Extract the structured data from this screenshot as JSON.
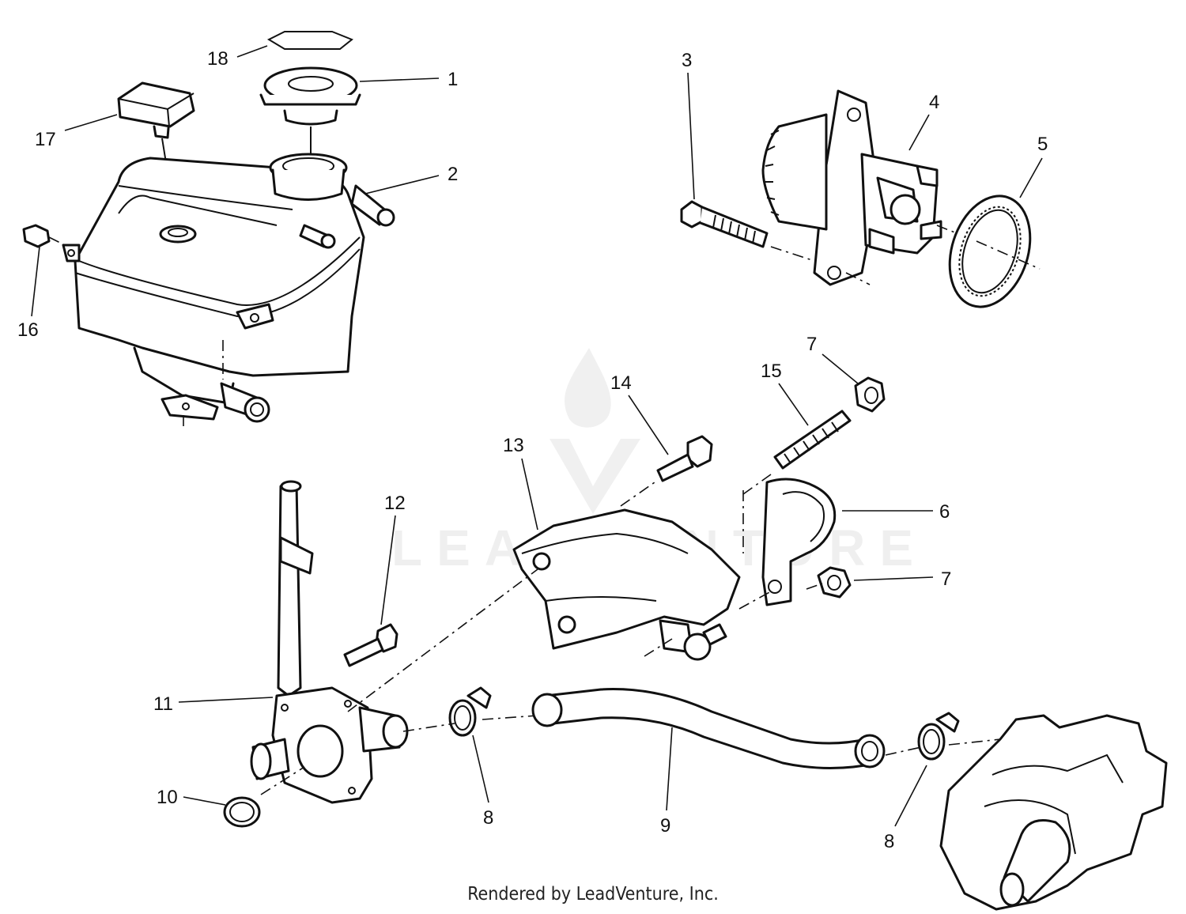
{
  "callouts": [
    {
      "id": "c18",
      "label": "18"
    },
    {
      "id": "c1",
      "label": "1"
    },
    {
      "id": "c17",
      "label": "17"
    },
    {
      "id": "c2",
      "label": "2"
    },
    {
      "id": "c16",
      "label": "16"
    },
    {
      "id": "c3",
      "label": "3"
    },
    {
      "id": "c4",
      "label": "4"
    },
    {
      "id": "c5",
      "label": "5"
    },
    {
      "id": "c7a",
      "label": "7"
    },
    {
      "id": "c15",
      "label": "15"
    },
    {
      "id": "c14",
      "label": "14"
    },
    {
      "id": "c13",
      "label": "13"
    },
    {
      "id": "c12",
      "label": "12"
    },
    {
      "id": "c6",
      "label": "6"
    },
    {
      "id": "c7b",
      "label": "7"
    },
    {
      "id": "c11",
      "label": "11"
    },
    {
      "id": "c10",
      "label": "10"
    },
    {
      "id": "c8a",
      "label": "8"
    },
    {
      "id": "c9",
      "label": "9"
    },
    {
      "id": "c8b",
      "label": "8"
    }
  ],
  "footer": {
    "credit": "Rendered by LeadVenture, Inc."
  },
  "watermark": {
    "text": "LEADVENTURE"
  }
}
